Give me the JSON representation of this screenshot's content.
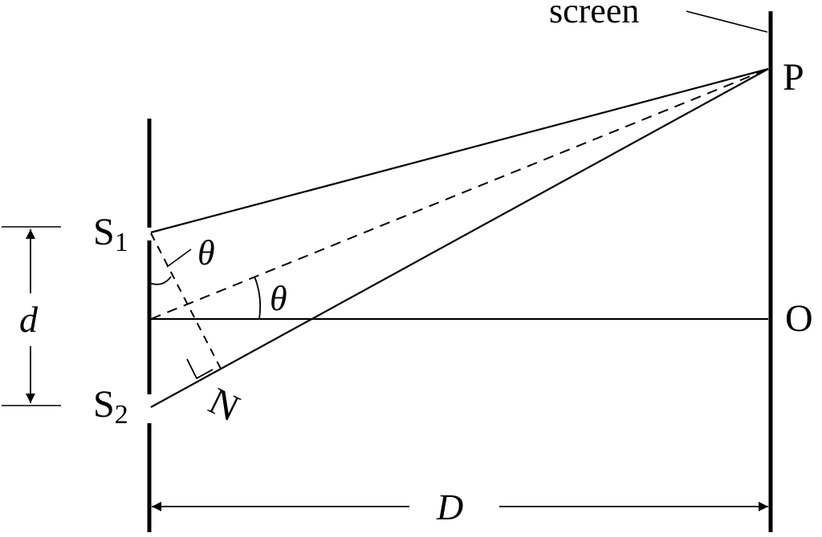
{
  "labels": {
    "screen": "screen",
    "point_p": "P",
    "point_o": "O",
    "slit_1_letter": "S",
    "slit_1_sub": "1",
    "slit_2_letter": "S",
    "slit_2_sub": "2",
    "point_n": "N",
    "separation": "d",
    "distance": "D",
    "angle_at_slit": "θ",
    "angle_at_center": "θ"
  },
  "colors": {
    "ink": "#000000",
    "background": "#ffffff"
  }
}
